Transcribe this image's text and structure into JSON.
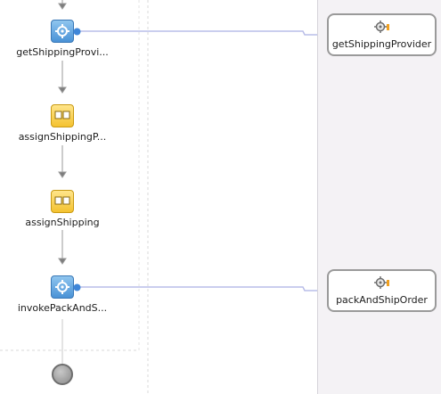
{
  "activities": [
    {
      "id": "invoke-get-shipping",
      "type": "invoke",
      "label": "getShippingProvi...",
      "icon": "gear-icon"
    },
    {
      "id": "assign-shipping-p",
      "type": "assign",
      "label": "assignShippingP...",
      "icon": "assign-icon"
    },
    {
      "id": "assign-shipping",
      "type": "assign",
      "label": "assignShipping",
      "icon": "assign-icon"
    },
    {
      "id": "invoke-pack-and-ship",
      "type": "invoke",
      "label": "invokePackAndS...",
      "icon": "gear-icon"
    }
  ],
  "partner_links": [
    {
      "id": "partner-get-shipping-provider",
      "label": "getShippingProvider",
      "icon": "service-gear-icon"
    },
    {
      "id": "partner-pack-and-ship-order",
      "label": "packAndShipOrder",
      "icon": "service-gear-icon"
    }
  ],
  "colors": {
    "invoke_fill": "#4a92d6",
    "assign_fill": "#f4c230",
    "wire": "#b9bde8",
    "wire_arrow": "#5b8fd8",
    "flow_arrow": "#7d7d7d",
    "panel_bg": "#f4f2f5"
  }
}
